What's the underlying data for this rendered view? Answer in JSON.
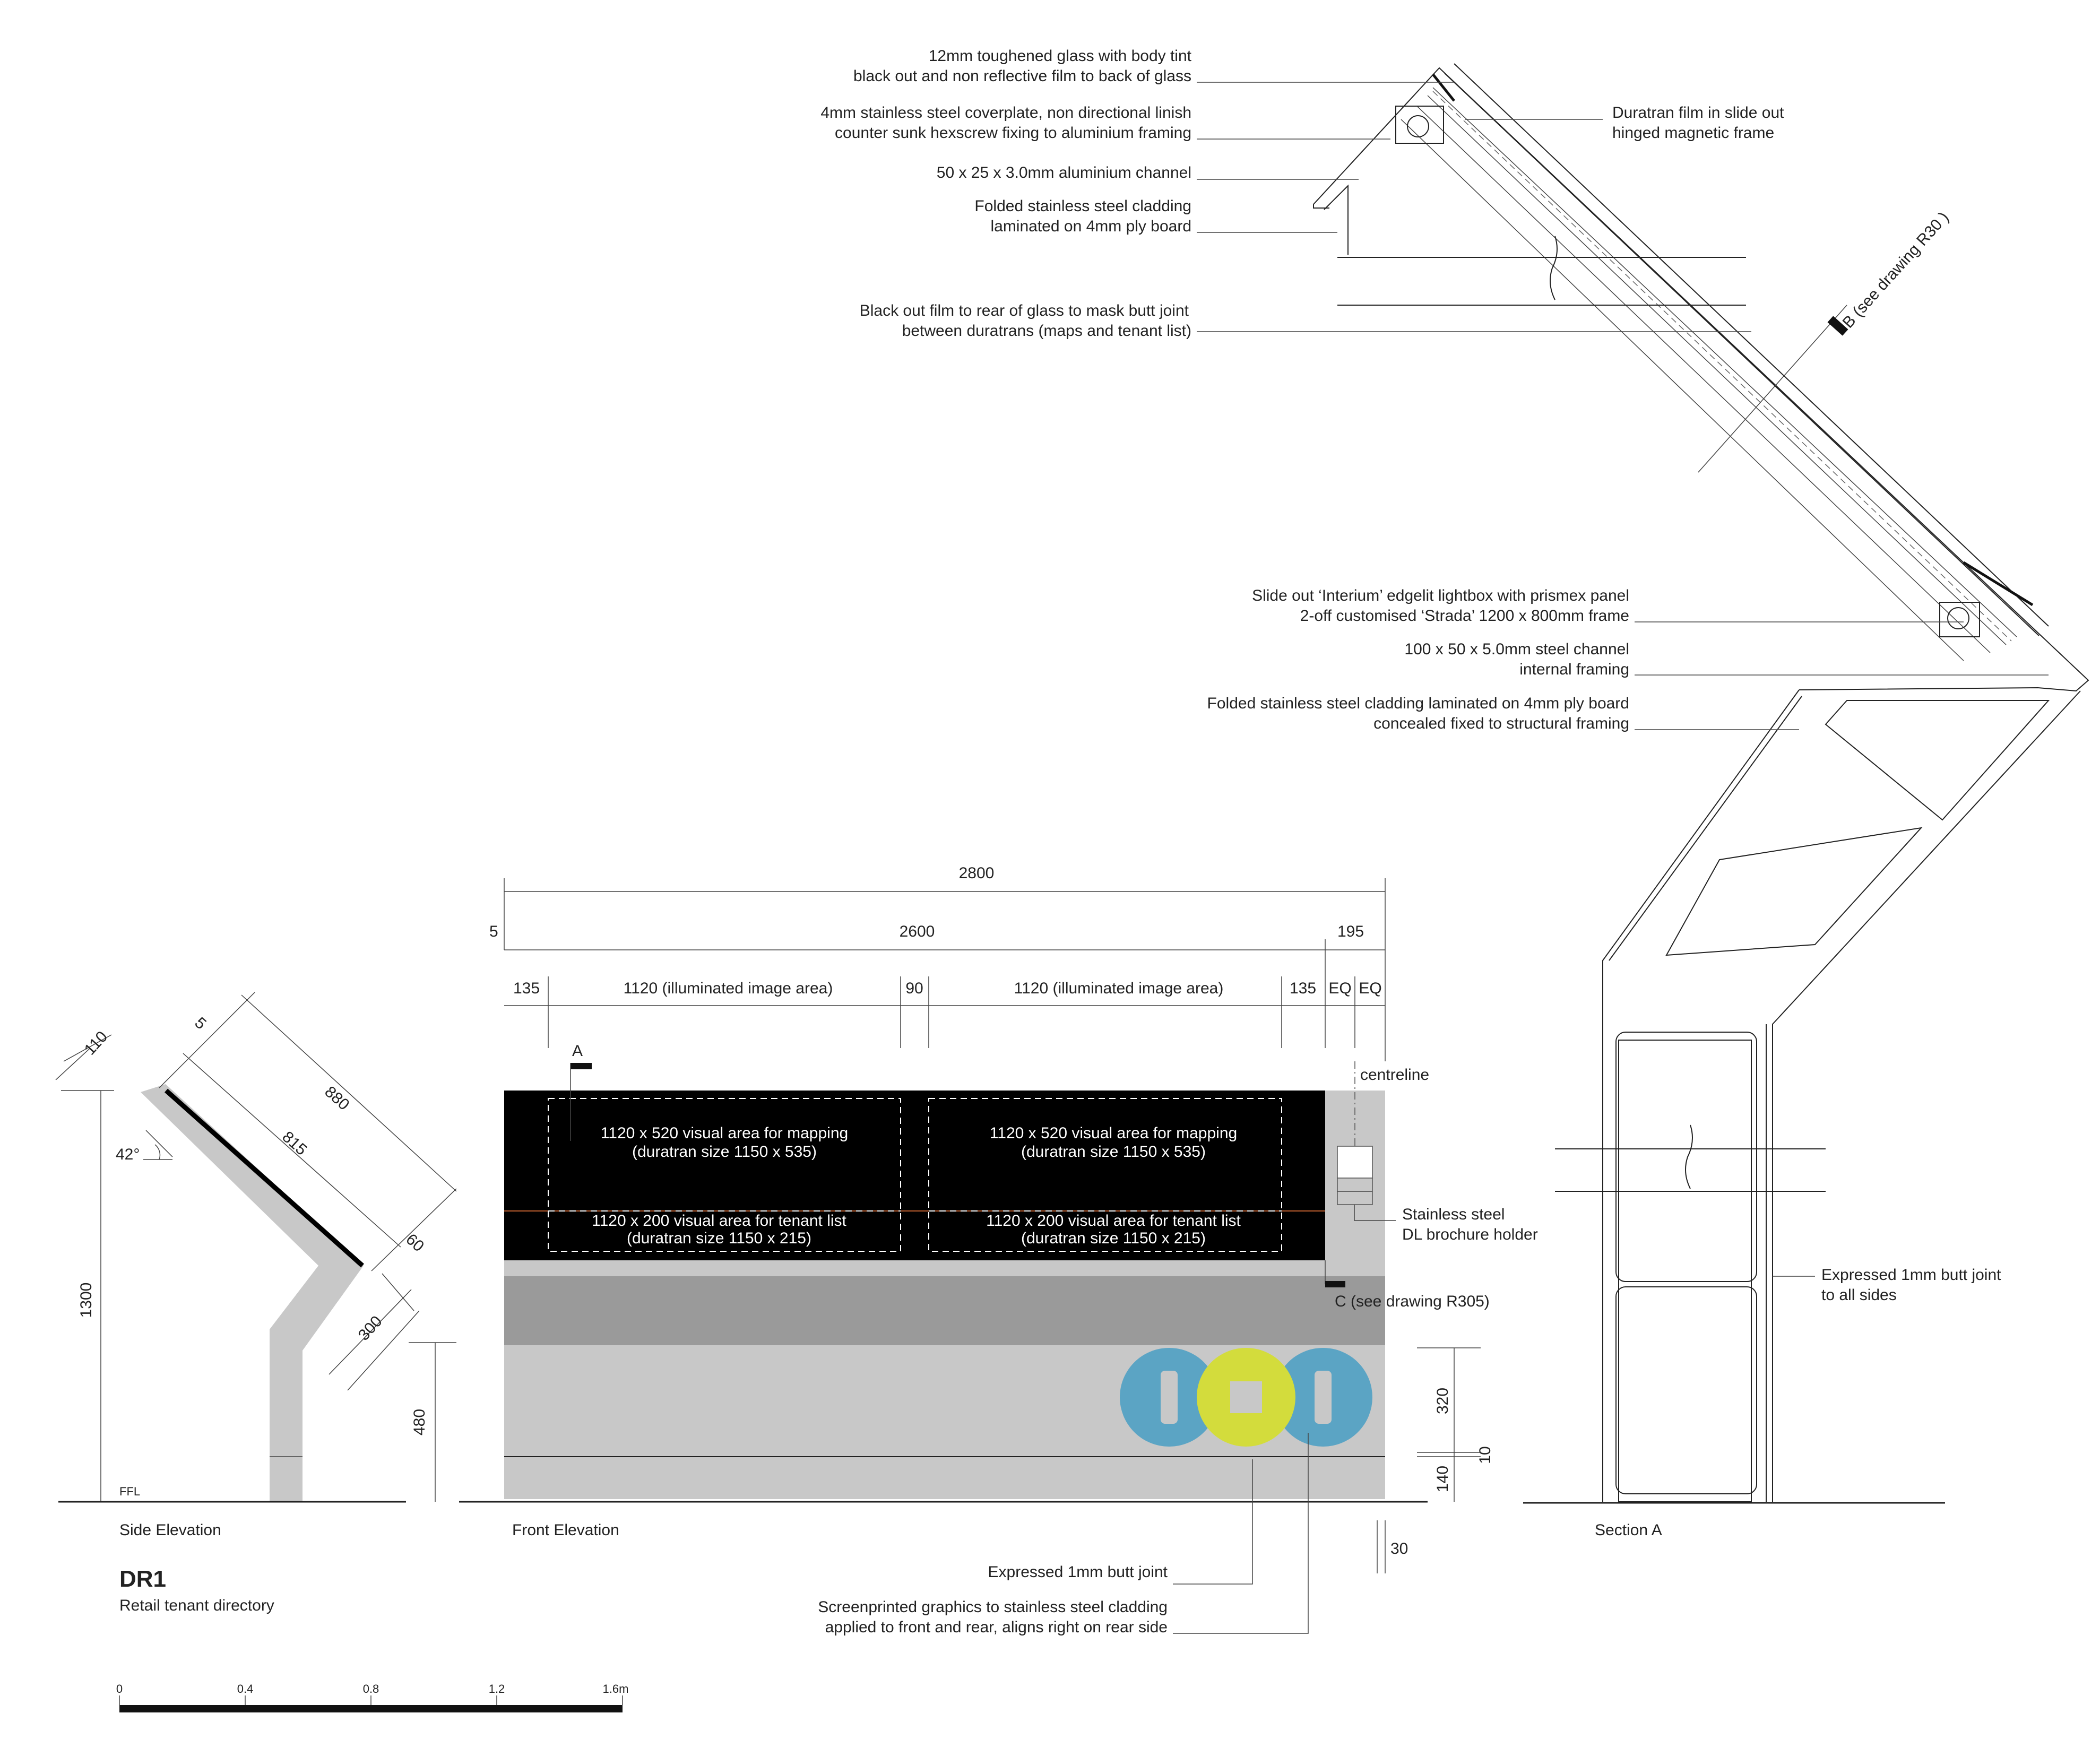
{
  "title": {
    "code": "DR1",
    "subtitle": "Retail tenant directory"
  },
  "views": {
    "side": "Side Elevation",
    "front": "Front Elevation",
    "section": "Section A"
  },
  "section_callouts": {
    "glass_1": "12mm toughened glass with body tint",
    "glass_2": "black out and non reflective film to back of glass",
    "coverplate_1": "4mm stainless steel coverplate, non directional linish",
    "coverplate_2": "counter sunk hexscrew fixing to aluminium framing",
    "channel": "50 x 25 x 3.0mm aluminium channel",
    "cladding_1": "Folded stainless steel cladding",
    "cladding_2": "laminated on 4mm ply board",
    "blackout_1": "Black out film to rear of glass to mask butt joint",
    "blackout_2": "between duratrans (maps and tenant list)",
    "duratran_1": "Duratran film in slide out",
    "duratran_2": "hinged magnetic frame",
    "section_b": "B (see drawing R30 )",
    "lightbox_1": "Slide out ‘Interium’ edgelit lightbox with prismex panel",
    "lightbox_2": "2-off customised ‘Strada’ 1200 x 800mm frame",
    "steel_1": "100 x 50 x 5.0mm steel channel",
    "steel_2": "internal framing",
    "folded_1": "Folded stainless steel cladding laminated on 4mm ply board",
    "folded_2": "concealed fixed to structural framing",
    "butt_1": "Expressed 1mm butt joint",
    "butt_2": "to all sides"
  },
  "front": {
    "dim_total": "2800",
    "dim_5": "5",
    "dim_2600": "2600",
    "dim_195": "195",
    "dim_135a": "135",
    "dim_img1": "1120 (illuminated image area)",
    "dim_90": "90",
    "dim_img2": "1120 (illuminated image area)",
    "dim_135b": "135",
    "dim_eq1": "EQ",
    "dim_eq2": "EQ",
    "section_a": "A",
    "centreline": "centreline",
    "map_1": "1120 x 520 visual area for mapping",
    "map_2": "(duratran size 1150 x 535)",
    "tenant_1": "1120 x 200 visual area for tenant list",
    "tenant_2": "(duratran size 1150 x 215)",
    "brochure_1": "Stainless steel",
    "brochure_2": "DL brochure holder",
    "section_c": "C (see drawing R305)",
    "dim_320": "320",
    "dim_10": "10",
    "dim_140": "140",
    "dim_30": "30",
    "butt_joint": "Expressed 1mm butt joint",
    "graphics_1": "Screenprinted graphics to stainless steel cladding",
    "graphics_2": "applied to front and rear, aligns right on rear side"
  },
  "side": {
    "dim_110": "110",
    "dim_5": "5",
    "dim_880": "880",
    "dim_815": "815",
    "angle": "42°",
    "dim_60": "60",
    "dim_1300": "1300",
    "dim_300": "300",
    "dim_480": "480",
    "ffl": "FFL"
  },
  "scale": {
    "t0": "0",
    "t1": "0.4",
    "t2": "0.8",
    "t3": "1.2",
    "t4": "1.6m"
  },
  "colors": {
    "panel_black": "#000000",
    "cladding_light": "#c8c8c8",
    "cladding_dark": "#9a9a9a",
    "logo_blue": "#5ba4c4",
    "logo_lime": "#d3dc3c",
    "seam_line": "#c06030"
  }
}
